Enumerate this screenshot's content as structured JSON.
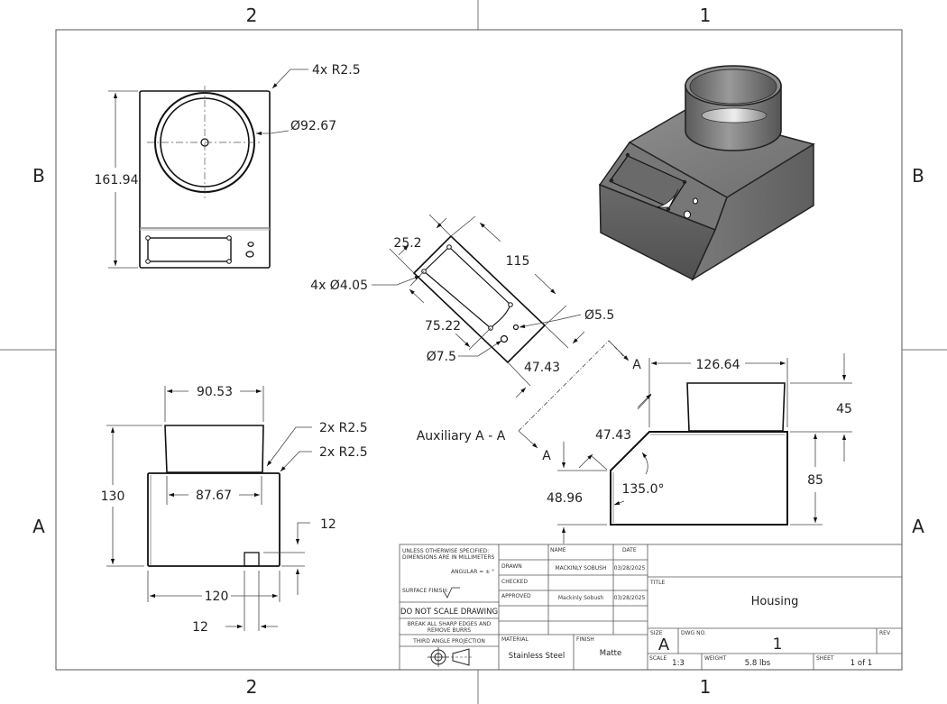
{
  "sheet": {
    "zones_top": [
      "2",
      "1"
    ],
    "zones_bottom": [
      "2",
      "1"
    ],
    "zones_left": [
      "B",
      "A"
    ],
    "zones_right": [
      "B",
      "A"
    ]
  },
  "views": {
    "top_view": {
      "corner_radius": "4x R2.5",
      "diameter": "Ø92.67",
      "height": "161.94"
    },
    "front_view": {
      "top_width": "90.53",
      "inner_width": "87.67",
      "radius_1": "2x R2.5",
      "radius_2": "2x R2.5",
      "height": "130",
      "notch_height": "12",
      "width": "120",
      "notch_width": "12"
    },
    "auxiliary_view": {
      "label": "Auxiliary A - A",
      "width": "25.2",
      "length": "115",
      "hole_pattern": "4x Ø4.05",
      "hole_small": "Ø5.5",
      "window_length": "75.22",
      "hole_large": "Ø7.5",
      "panel_width": "47.43"
    },
    "side_view": {
      "section_marker_top": "A",
      "section_marker_bottom": "A",
      "top_width": "126.64",
      "chamfer": "47.43",
      "angle": "135.0°",
      "lower_height": "48.96",
      "neck_height": "45",
      "body_height": "85"
    }
  },
  "title_block": {
    "notes": {
      "unless": "UNLESS OTHERWISE SPECIFIED:",
      "dims": "DIMENSIONS ARE IN MILLIMETERS",
      "angular": "ANGULAR = ± °",
      "surface_finish": "SURFACE FINISH:",
      "do_not_scale": "DO NOT SCALE DRAWING",
      "break_edges_1": "BREAK ALL SHARP EDGES AND",
      "break_edges_2": "REMOVE BURRS",
      "projection": "THIRD ANGLE PROJECTION"
    },
    "approvals": {
      "name_header": "NAME",
      "date_header": "DATE",
      "rows": [
        {
          "role": "DRAWN",
          "name": "MACKINLY SOBUSH",
          "date": "03/28/2025"
        },
        {
          "role": "CHECKED",
          "name": "",
          "date": ""
        },
        {
          "role": "APPROVED",
          "name": "Mackinly Sobush",
          "date": "03/28/2025"
        }
      ]
    },
    "material_label": "MATERIAL",
    "material": "Stainless Steel",
    "finish_label": "FINISH",
    "finish": "Matte",
    "title_label": "TITLE",
    "title": "Housing",
    "size_label": "SIZE",
    "size": "A",
    "dwg_no_label": "DWG NO.",
    "dwg_no": "1",
    "rev_label": "REV",
    "rev": "",
    "scale_label": "SCALE",
    "scale": "1:3",
    "weight_label": "WEIGHT",
    "weight": "5.8 lbs",
    "sheet_label": "SHEET",
    "sheet": "1 of 1"
  }
}
